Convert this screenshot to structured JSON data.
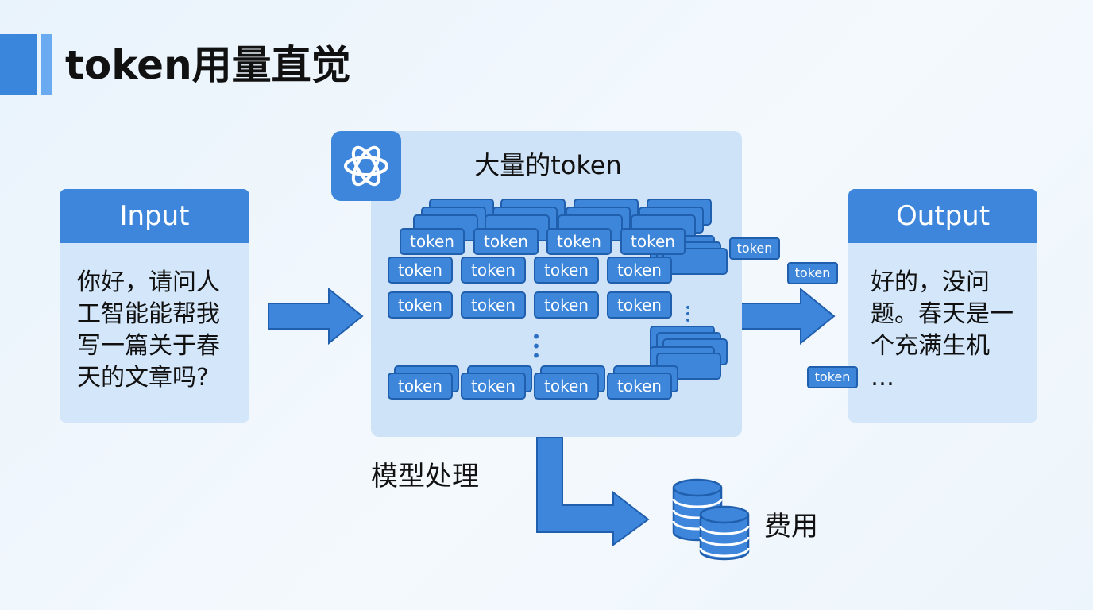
{
  "title": "token用量直觉",
  "input": {
    "header": "Input",
    "body": "你好，请问人\n工智能能帮我\n写一篇关于春\n天的文章吗?"
  },
  "model": {
    "title": "大量的token",
    "logo_icon": "openai-logo-icon",
    "process_label": "模型处理"
  },
  "output": {
    "header": "Output",
    "body": "好的，没问\n题。春天是一\n个充满生机\n…"
  },
  "token_label": "token",
  "cost_label": "费用",
  "colors": {
    "accent": "#3d86db",
    "panel": "#cfe3f8",
    "card": "#d4e7fa"
  }
}
